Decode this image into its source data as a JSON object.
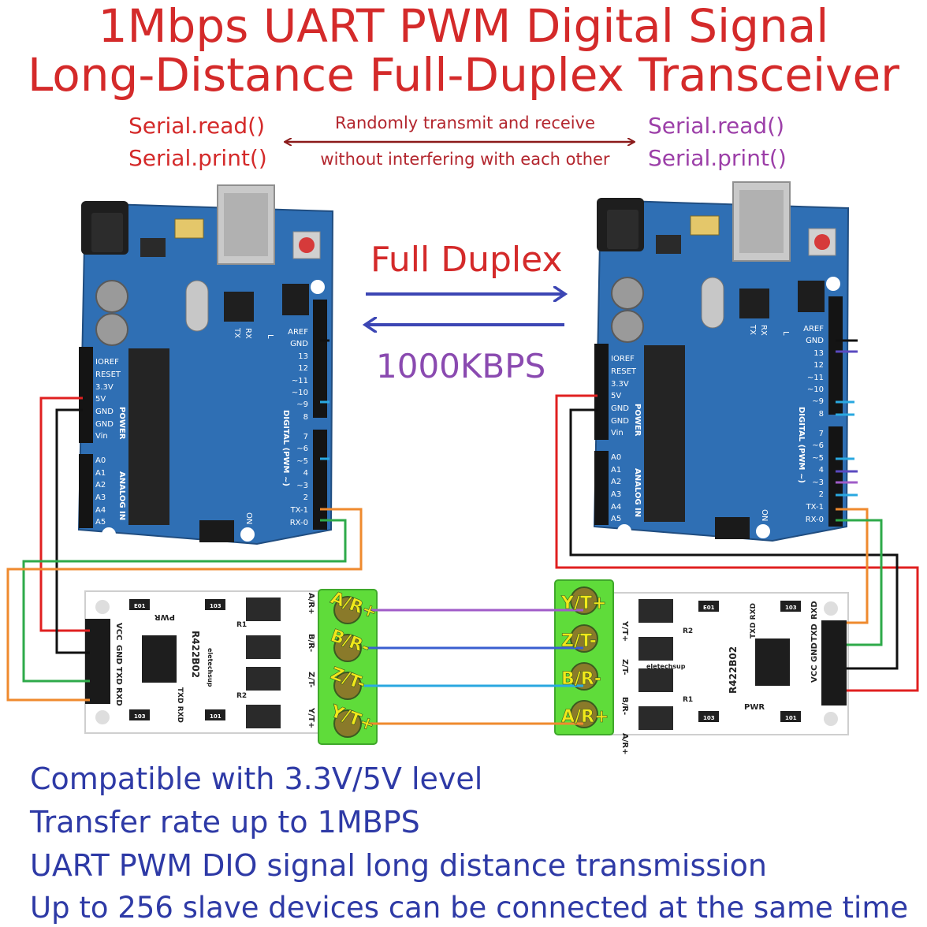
{
  "title": {
    "line1": "1Mbps UART PWM Digital Signal",
    "line2": "Long-Distance Full-Duplex Transceiver"
  },
  "serial_left": {
    "read": "Serial.read()",
    "print": "Serial.print()"
  },
  "serial_right": {
    "read": "Serial.read()",
    "print": "Serial.print()"
  },
  "exchange_note": {
    "line1": "Randomly transmit and receive",
    "line2": "without interfering with each other"
  },
  "center": {
    "mode": "Full Duplex",
    "rate": "1000KBPS"
  },
  "arduino": {
    "power_labels": [
      "IOREF",
      "RESET",
      "3.3V",
      "5V",
      "GND",
      "GND",
      "Vin"
    ],
    "power_title": "POWER",
    "analog_labels": [
      "A0",
      "A1",
      "A2",
      "A3",
      "A4",
      "A5"
    ],
    "analog_title": "ANALOG IN",
    "digital_top_labels": [
      "AREF",
      "GND",
      "13",
      "12",
      "~11",
      "~10",
      "~9",
      "8"
    ],
    "digital_bottom_labels": [
      "7",
      "~6",
      "~5",
      "4",
      "~3",
      "2",
      "TX-1",
      "RX-0"
    ],
    "digital_title": "DIGITAL (PWM ~)",
    "led_labels": [
      "TX",
      "RX",
      "L"
    ],
    "on_label": "ON"
  },
  "module": {
    "model": "R422B02",
    "brand": "eletechsup",
    "pwr": "PWR",
    "r1": "R1",
    "r2": "R2",
    "pins": [
      "VCC",
      "GND",
      "TXD",
      "RXD"
    ],
    "side_labels": [
      "TXD RXD",
      "TXD RXD"
    ],
    "silk_terminals": [
      "A/R+",
      "B/R-",
      "Z/T-",
      "Y/T+"
    ],
    "chip_codes": [
      "E01",
      "103",
      "103",
      "101"
    ]
  },
  "terminals_left": [
    "A/R+",
    "B/R-",
    "Z/T-",
    "Y/T+"
  ],
  "terminals_right": [
    "Y/T+",
    "Z/T-",
    "B/R-",
    "A/R+"
  ],
  "features": [
    "Compatible with 3.3V/5V level",
    "Transfer rate up to 1MBPS",
    "UART PWM DIO signal long distance transmission",
    "Up to 256 slave devices can be connected at the same time"
  ],
  "colors": {
    "title_red": "#d42a2a",
    "serial_left": "#d42a2a",
    "serial_right": "#9c3fa8",
    "note": "#b3262e",
    "arrow_dark_red": "#8b1a1a",
    "duplex_red": "#d42a2a",
    "duplex_arrows": "#3c46b4",
    "rate_purple": "#8a4ab0",
    "features_blue": "#2e3aa6",
    "board_blue": "#2f6fb4",
    "terminal_green": "#5fdc3a",
    "wire_purple": "#a05cc8",
    "wire_blue": "#3a5fd0",
    "wire_cyan": "#2aa8e0",
    "wire_orange": "#ef8a2e",
    "wire_red": "#e02020",
    "wire_black": "#111111",
    "wire_green": "#2eaa4a"
  }
}
